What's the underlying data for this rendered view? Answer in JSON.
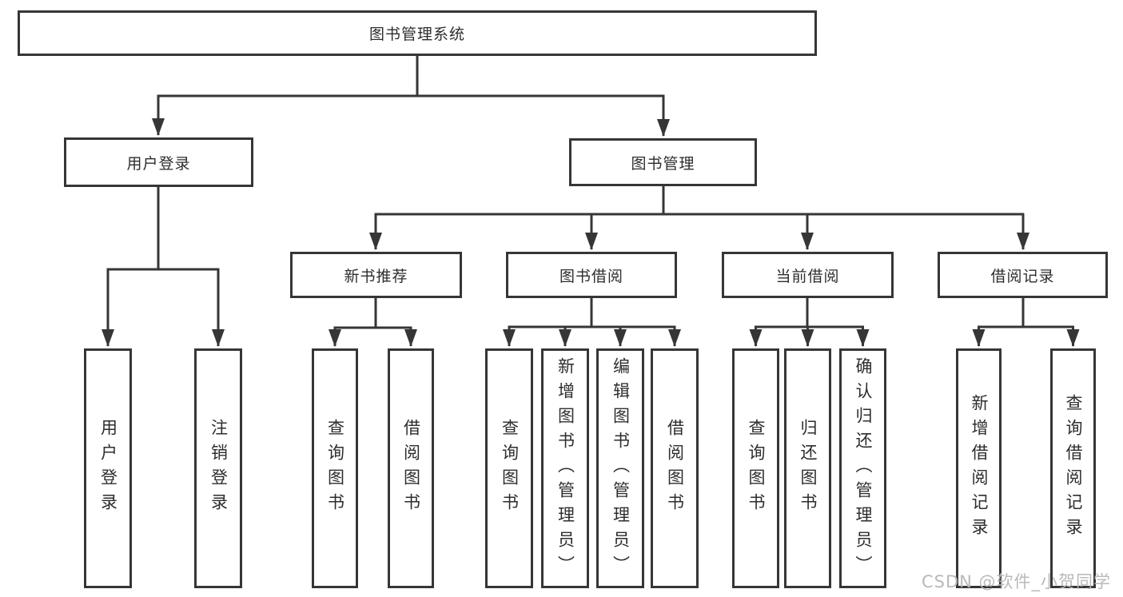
{
  "tree": {
    "root": {
      "label": "图书管理系统"
    },
    "level2": [
      {
        "label": "用户登录",
        "leaves": [
          {
            "label": "用户登录"
          },
          {
            "label": "注销登录"
          }
        ]
      },
      {
        "label": "图书管理",
        "level3": [
          {
            "label": "新书推荐",
            "leaves": [
              {
                "label": "查询图书"
              },
              {
                "label": "借阅图书"
              }
            ]
          },
          {
            "label": "图书借阅",
            "leaves": [
              {
                "label": "查询图书"
              },
              {
                "label": "新增图书（管理员）"
              },
              {
                "label": "编辑图书（管理员）"
              },
              {
                "label": "借阅图书"
              }
            ]
          },
          {
            "label": "当前借阅",
            "leaves": [
              {
                "label": "查询图书"
              },
              {
                "label": "归还图书"
              },
              {
                "label": "确认归还（管理员）"
              }
            ]
          },
          {
            "label": "借阅记录",
            "leaves": [
              {
                "label": "新增借阅记录"
              },
              {
                "label": "查询借阅记录"
              }
            ]
          }
        ]
      }
    ]
  },
  "watermark": {
    "text": "CSDN @软件_小贺同学"
  },
  "colors": {
    "line": "#363636",
    "box_border": "#363636",
    "text": "#2d2d2d",
    "background": "#ffffff",
    "watermark": "#b6b6b6"
  }
}
